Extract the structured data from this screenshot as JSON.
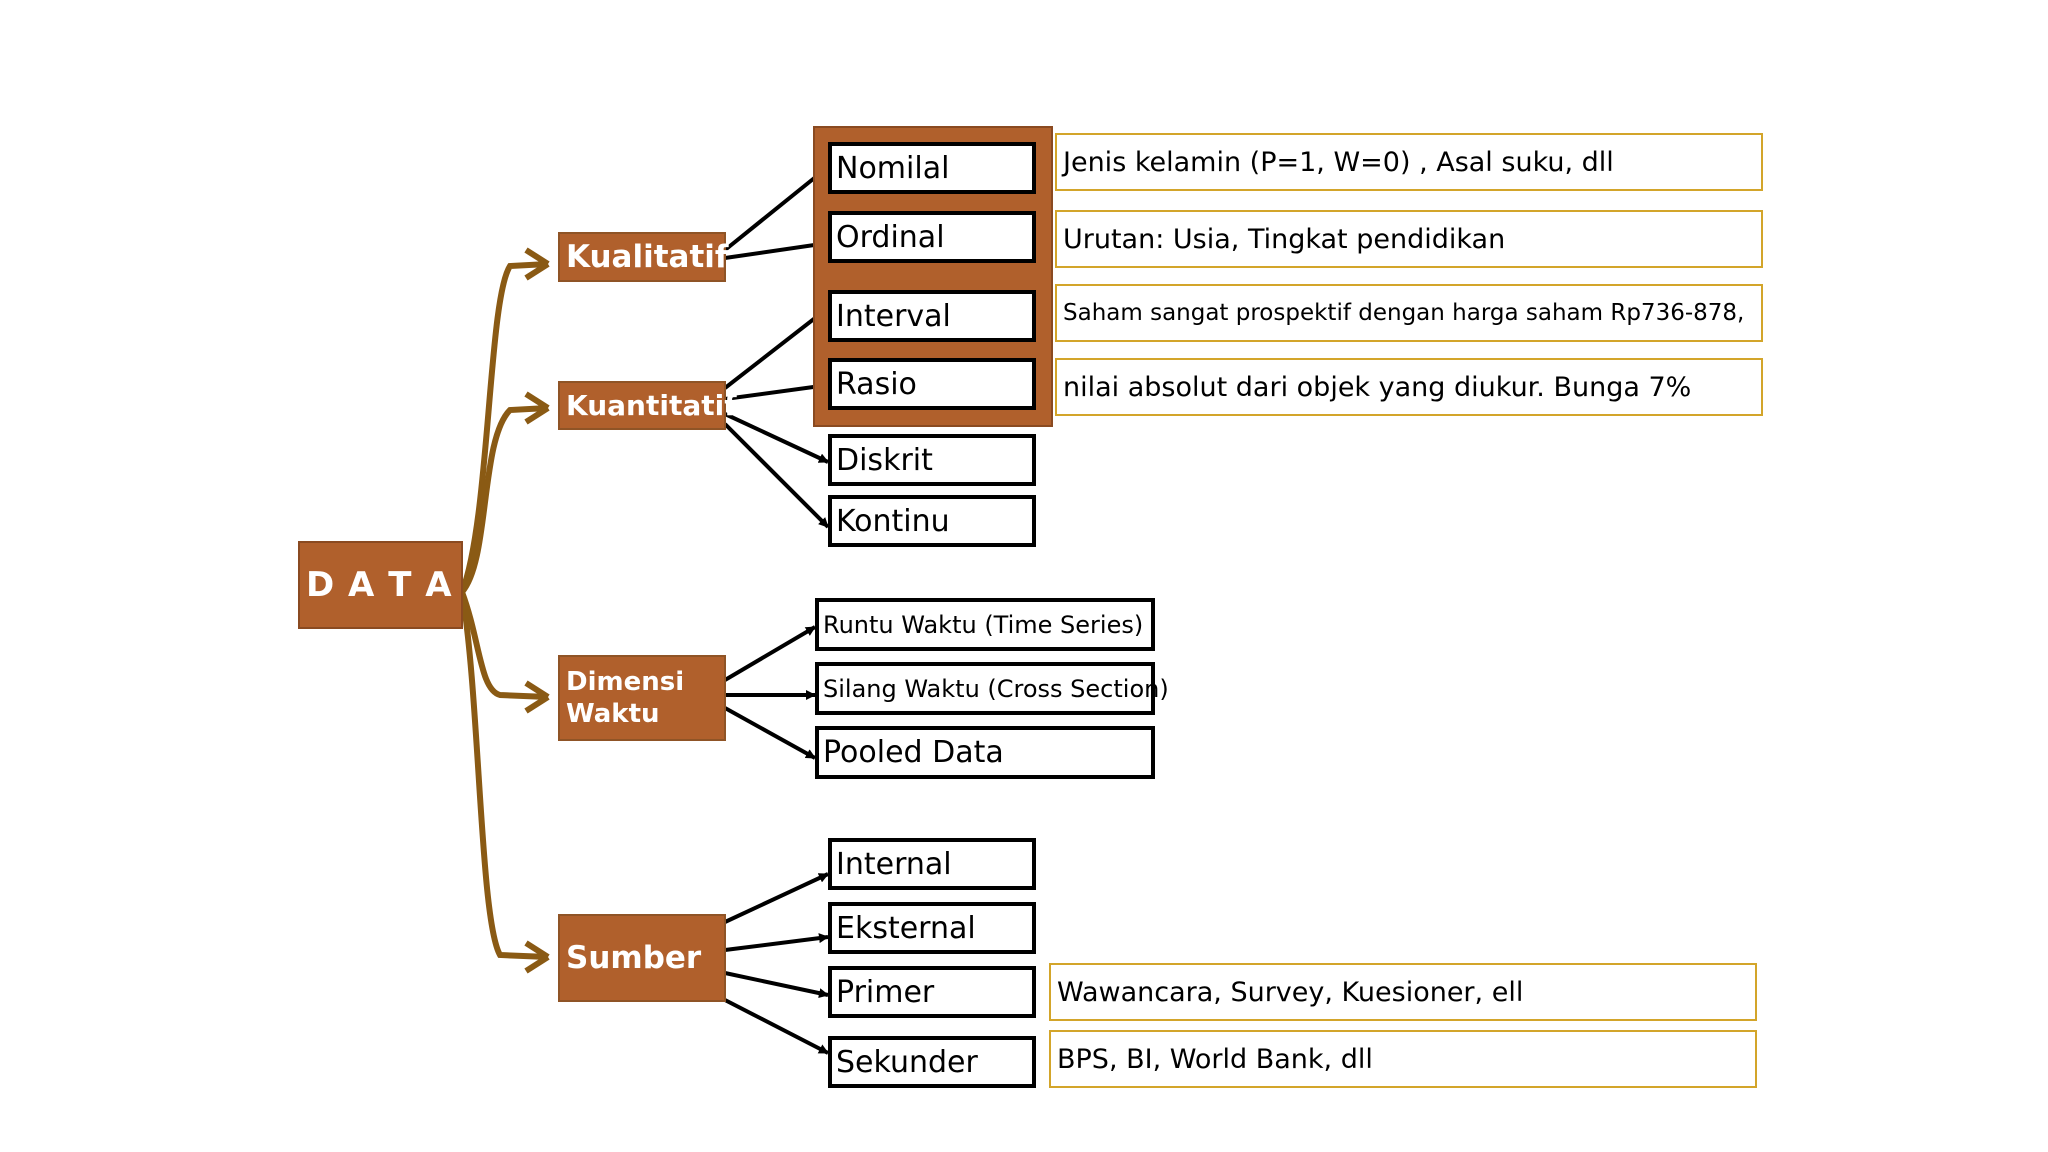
{
  "root": {
    "label": "D A T A"
  },
  "categories": [
    {
      "id": "kualitatif",
      "label": "Kualitatif"
    },
    {
      "id": "kuantitatif",
      "label": "Kuantitatif"
    },
    {
      "id": "dimensi_waktu",
      "label": "Dimensi\nWaktu"
    },
    {
      "id": "sumber",
      "label": "Sumber"
    }
  ],
  "leaves": {
    "nomilal": "Nomilal",
    "ordinal": "Ordinal",
    "interval": "Interval",
    "rasio": "Rasio",
    "diskrit": "Diskrit",
    "kontinu": "Kontinu",
    "runtu_waktu": "Runtu Waktu (Time Series)",
    "silang_waktu": "Silang Waktu (Cross Section)",
    "pooled_data": "Pooled Data",
    "internal": "Internal",
    "eksternal": "Eksternal",
    "primer": "Primer",
    "sekunder": "Sekunder"
  },
  "examples": {
    "nomilal": "Jenis kelamin (P=1, W=0) , Asal suku, dll",
    "ordinal": "Urutan: Usia, Tingkat pendidikan",
    "interval": "Saham sangat prospektif dengan harga saham Rp736-878,",
    "rasio": "nilai absolut dari objek yang diukur. Bunga 7%",
    "primer": "Wawancara, Survey, Kuesioner, ell",
    "sekunder": "BPS, BI, World Bank, dll"
  },
  "colors": {
    "node_fill": "#b0602c",
    "node_text": "#ffffff",
    "root_arrow": "#8a5a14",
    "leaf_arrow": "#000000",
    "example_border": "#d3a52a"
  }
}
